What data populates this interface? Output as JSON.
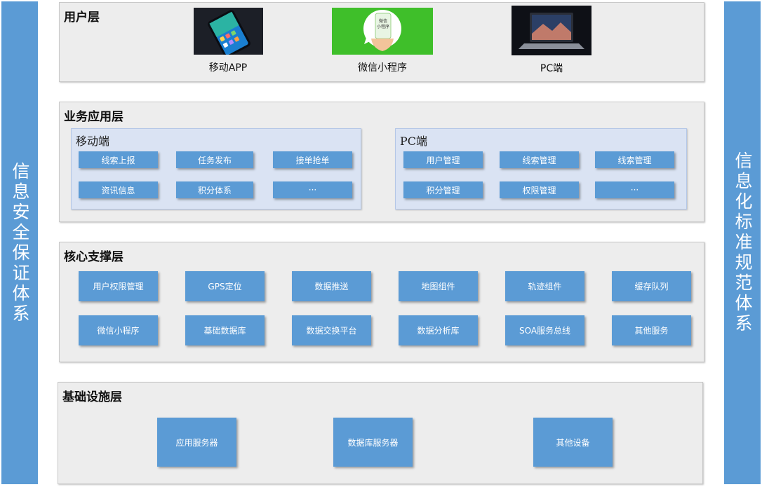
{
  "left_bar": {
    "label": "信息安全保证体系"
  },
  "right_bar": {
    "label": "信息化标准规范体系"
  },
  "user_layer": {
    "title": "用户层",
    "items": [
      {
        "label": "移动APP",
        "icon": "smartphone-image-icon"
      },
      {
        "label": "微信小程序",
        "icon": "wechat-miniprogram-image-icon",
        "image_text": [
          "微信",
          "小程序"
        ]
      },
      {
        "label": "PC端",
        "icon": "laptop-image-icon"
      }
    ]
  },
  "business_layer": {
    "title": "业务应用层",
    "mobile": {
      "title": "移动端",
      "items": [
        "线索上报",
        "任务发布",
        "接单抢单",
        "资讯信息",
        "积分体系",
        "···"
      ]
    },
    "pc": {
      "title": "PC端",
      "items": [
        "用户管理",
        "线索管理",
        "线索管理",
        "积分管理",
        "权限管理",
        "···"
      ]
    }
  },
  "core_layer": {
    "title": "核心支撑层",
    "items": [
      "用户权限管理",
      "GPS定位",
      "数据推送",
      "地图组件",
      "轨迹组件",
      "缓存队列",
      "微信小程序",
      "基础数据库",
      "数据交换平台",
      "数据分析库",
      "SOA服务总线",
      "其他服务"
    ]
  },
  "infra_layer": {
    "title": "基础设施层",
    "items": [
      "应用服务器",
      "数据库服务器",
      "其他设备"
    ]
  },
  "colors": {
    "box_blue": "#5b9bd5",
    "layer_gray": "#ededed",
    "panel_lightblue": "#dae3f3",
    "wechat_green": "#3fbf2a"
  }
}
